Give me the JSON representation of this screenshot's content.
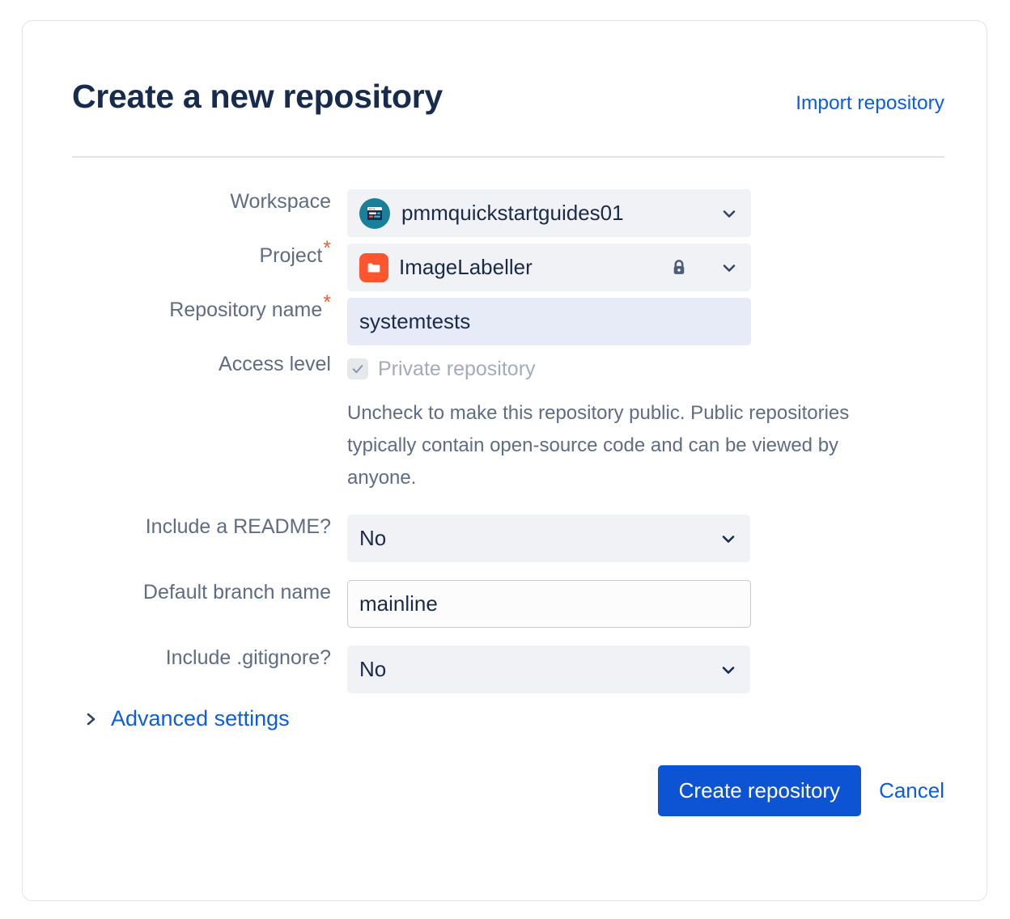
{
  "header": {
    "title": "Create a new repository",
    "import_link": "Import repository"
  },
  "colors": {
    "link_blue": "#0c5ddf",
    "primary_button": "#0c54d4",
    "required_asterisk": "#e5613c",
    "label_text": "#5e6c84",
    "title_text": "#172b4d",
    "workspace_avatar_bg": "#1a8099",
    "project_icon_bg": "#ff5630",
    "input_filled_bg": "#e6ebf7",
    "select_bg": "#f1f2f5"
  },
  "form": {
    "workspace": {
      "label": "Workspace",
      "value": "pmmquickstartguides01",
      "avatar_icon": "workspace-avatar-icon",
      "chevron_icon": "chevron-down-icon"
    },
    "project": {
      "label": "Project",
      "required": "*",
      "value": "ImageLabeller",
      "project_icon": "folder-icon",
      "lock_icon": "lock-icon",
      "chevron_icon": "chevron-down-icon"
    },
    "repository_name": {
      "label": "Repository name",
      "required": "*",
      "value": "systemtests",
      "placeholder": ""
    },
    "access_level": {
      "label": "Access level",
      "checkbox_label": "Private repository",
      "checked": true,
      "check_icon": "check-icon",
      "help_text": "Uncheck to make this repository public. Public repositories typically contain open-source code and can be viewed by anyone."
    },
    "include_readme": {
      "label": "Include a README?",
      "value": "No",
      "chevron_icon": "chevron-down-icon"
    },
    "default_branch": {
      "label": "Default branch name",
      "value": "mainline",
      "placeholder": ""
    },
    "include_gitignore": {
      "label": "Include .gitignore?",
      "value": "No",
      "chevron_icon": "chevron-down-icon"
    },
    "advanced_settings": {
      "label": "Advanced settings",
      "chevron_icon": "chevron-right-icon",
      "expanded": false
    }
  },
  "footer": {
    "create_label": "Create repository",
    "cancel_label": "Cancel"
  }
}
